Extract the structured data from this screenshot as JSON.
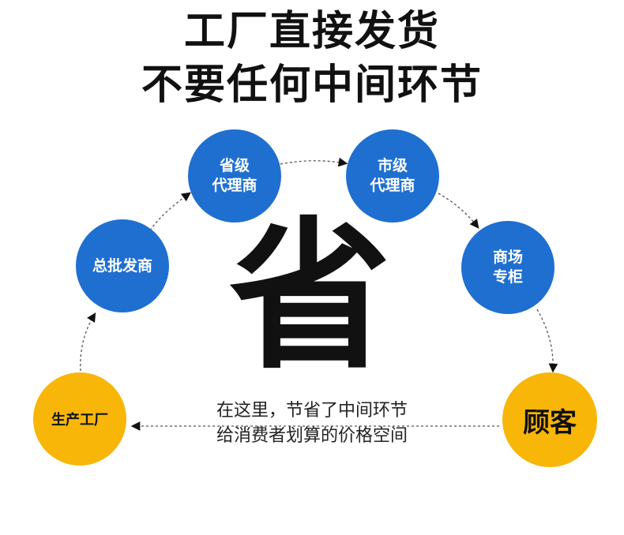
{
  "title": {
    "line1": "工厂直接发货",
    "line2": "不要任何中间环节"
  },
  "nodes": {
    "factory": "生产工厂",
    "wholesaler": "总批发商",
    "provincial_agent": {
      "line1": "省级",
      "line2": "代理商"
    },
    "city_agent": {
      "line1": "市级",
      "line2": "代理商"
    },
    "mall_counter": {
      "line1": "商场",
      "line2": "专柜"
    },
    "customer": "顾客"
  },
  "center_char": "省",
  "caption": {
    "line1": "在这里，节省了中间环节",
    "line2": "给消费者划算的价格空间"
  },
  "colors": {
    "blue": "#1f6fd0",
    "gold": "#f8b609",
    "text": "#111111"
  }
}
